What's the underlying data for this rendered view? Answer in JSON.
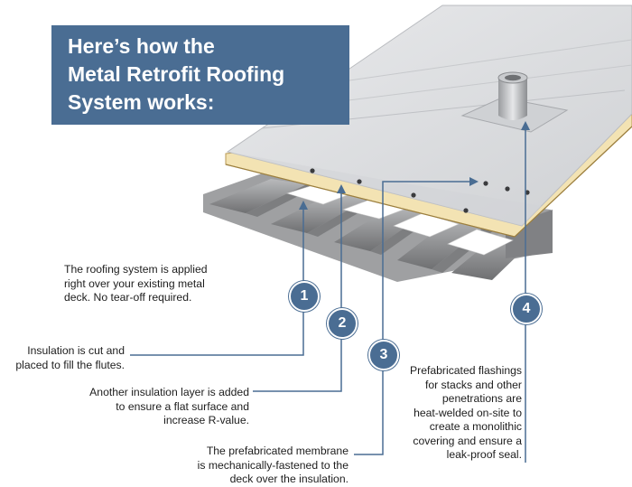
{
  "title": {
    "lines": [
      "Here’s how the",
      "Metal Retrofit Roofing",
      "System works:"
    ]
  },
  "intro": {
    "lines": [
      "The roofing system is applied",
      "right over your existing metal",
      "deck. No tear-off required."
    ]
  },
  "steps": [
    {
      "number": "1",
      "lines": [
        "Insulation is cut and",
        "placed to fill the flutes."
      ]
    },
    {
      "number": "2",
      "lines": [
        "Another insulation layer is added",
        "to ensure a flat surface and",
        "increase R-value."
      ]
    },
    {
      "number": "3",
      "lines": [
        "The prefabricated membrane",
        "is mechanically-fastened to the",
        "deck over the insulation."
      ]
    },
    {
      "number": "4",
      "lines": [
        "Prefabricated flashings",
        "for stacks and other",
        "penetrations are",
        "heat-welded on-site to",
        "create a monolithic",
        "covering and ensure a",
        "leak-proof seal."
      ]
    }
  ],
  "colors": {
    "accent": "#4a6d93",
    "membrane": "#dcdddf",
    "insulation": "#f3e3b3",
    "metal_deck": "#8e8f91"
  }
}
